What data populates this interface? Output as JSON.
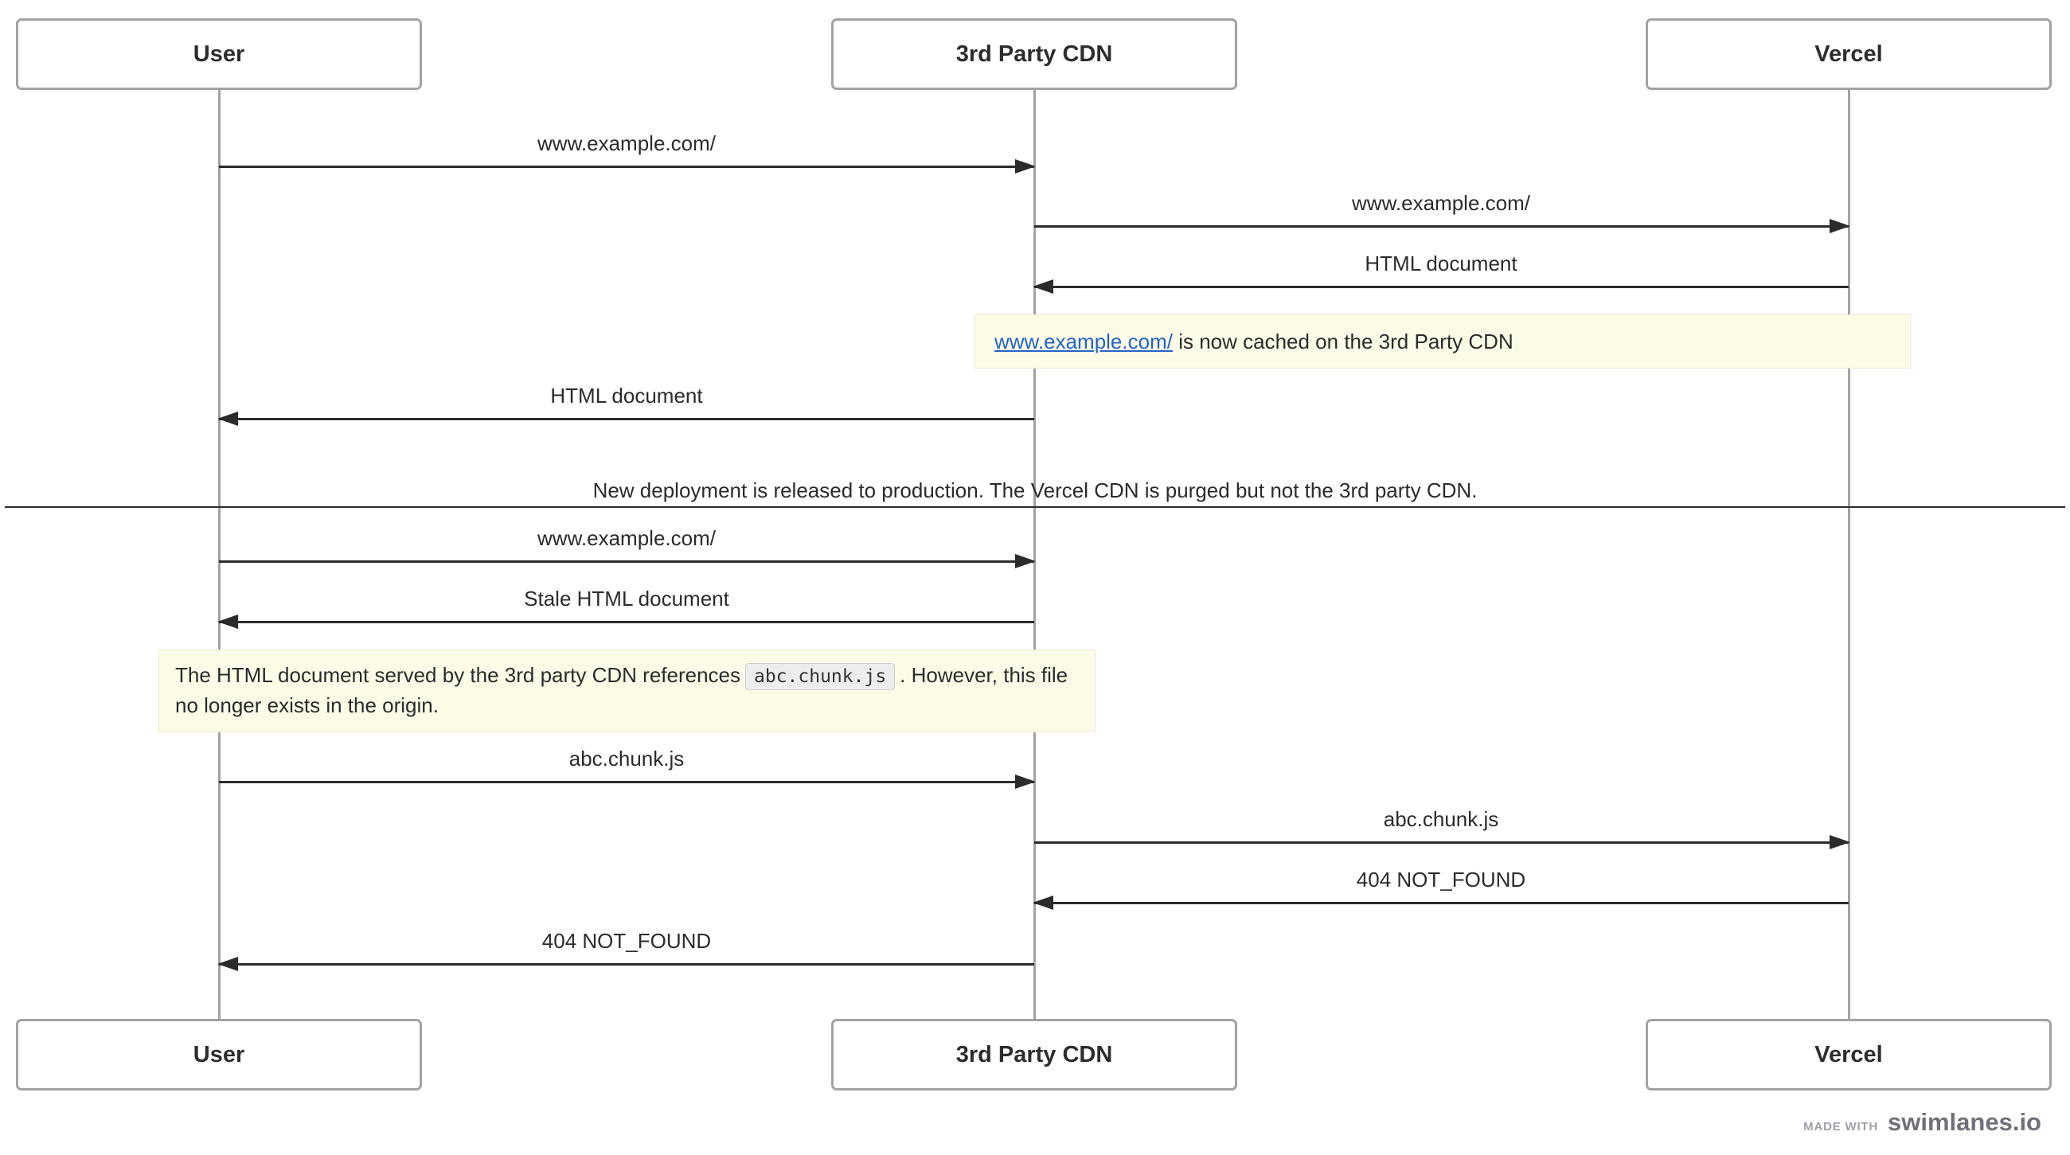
{
  "diagram": {
    "actors": [
      {
        "name": "User"
      },
      {
        "name": "3rd Party CDN"
      },
      {
        "name": "Vercel"
      }
    ],
    "messages": [
      {
        "label": "www.example.com/",
        "from": "User",
        "to": "3rd Party CDN"
      },
      {
        "label": "www.example.com/",
        "from": "3rd Party CDN",
        "to": "Vercel"
      },
      {
        "label": "HTML document",
        "from": "Vercel",
        "to": "3rd Party CDN"
      },
      {
        "label": "HTML document",
        "from": "3rd Party CDN",
        "to": "User"
      },
      {
        "label": "www.example.com/",
        "from": "User",
        "to": "3rd Party CDN"
      },
      {
        "label": "Stale HTML document",
        "from": "3rd Party CDN",
        "to": "User"
      },
      {
        "label": "abc.chunk.js",
        "from": "User",
        "to": "3rd Party CDN"
      },
      {
        "label": "abc.chunk.js",
        "from": "3rd Party CDN",
        "to": "Vercel"
      },
      {
        "label": "404 NOT_FOUND",
        "from": "Vercel",
        "to": "3rd Party CDN"
      },
      {
        "label": "404 NOT_FOUND",
        "from": "3rd Party CDN",
        "to": "User"
      }
    ],
    "notes": [
      {
        "link_text": "www.example.com/",
        "text": " is now cached on the 3rd Party CDN"
      },
      {
        "text_before": "The HTML document served by the 3rd party CDN references",
        "code": "abc.chunk.js",
        "text_after": ". However, this file no longer exists in the origin."
      }
    ],
    "divider": {
      "text": "New deployment is released to production. The Vercel CDN is purged but not the 3rd party CDN."
    }
  },
  "footer": {
    "made_with": "MADE WITH",
    "brand": "swimlanes.io"
  },
  "colors": {
    "note_bg": "#fcfbe8",
    "link": "#2463c9",
    "arrow": "#2b2b2b",
    "lifeline": "#a2a2a2"
  }
}
